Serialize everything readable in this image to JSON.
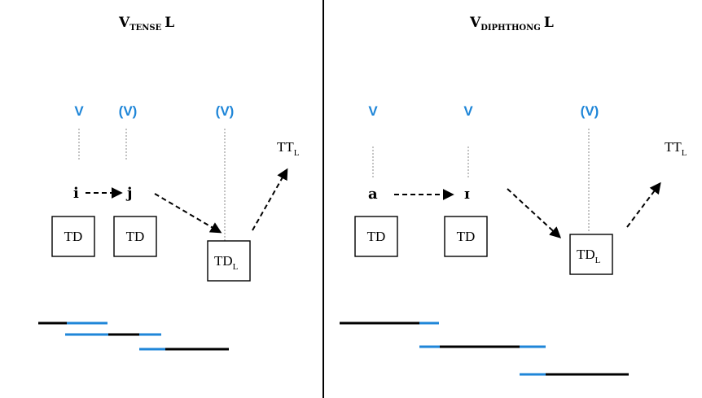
{
  "colors": {
    "blue": "#1f86d8",
    "black": "#000000"
  },
  "left": {
    "title_main": "V",
    "title_sub": "TENSE",
    "title_end": "L",
    "v1": "V",
    "v2": "(V)",
    "v3": "(V)",
    "seg1": "i",
    "seg2": "j",
    "td1": "TD",
    "td2": "TD",
    "tdl": "TD",
    "tdl_sub": "L",
    "tt": "TT",
    "tt_sub": "L"
  },
  "right": {
    "title_main": "V",
    "title_sub": "DIPHTHONG",
    "title_end": "L",
    "v1": "V",
    "v2": "V",
    "v3": "(V)",
    "seg1": "a",
    "seg2": "ɪ",
    "td1": "TD",
    "td2": "TD",
    "tdl": "TD",
    "tdl_sub": "L",
    "tt": "TT",
    "tt_sub": "L"
  }
}
